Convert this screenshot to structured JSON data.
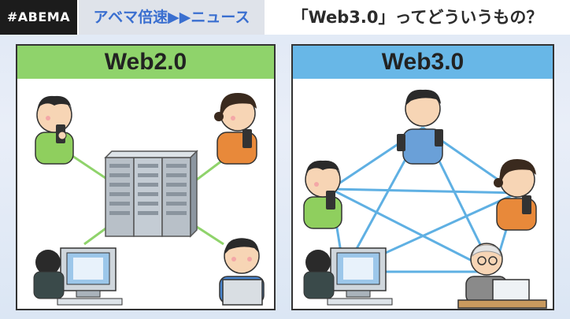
{
  "header": {
    "brand": "#ABEMA",
    "section": "アベマ倍速▶▶ニュース",
    "headline": "「Web3.0」ってどういうもの？"
  },
  "panels": {
    "left_title": "Web2.0",
    "right_title": "Web3.0"
  },
  "colors": {
    "web2_accent": "#8fd36b",
    "web3_accent": "#68b7e7",
    "web2_link": "#8fd36b",
    "web3_link": "#5fb0e3"
  }
}
